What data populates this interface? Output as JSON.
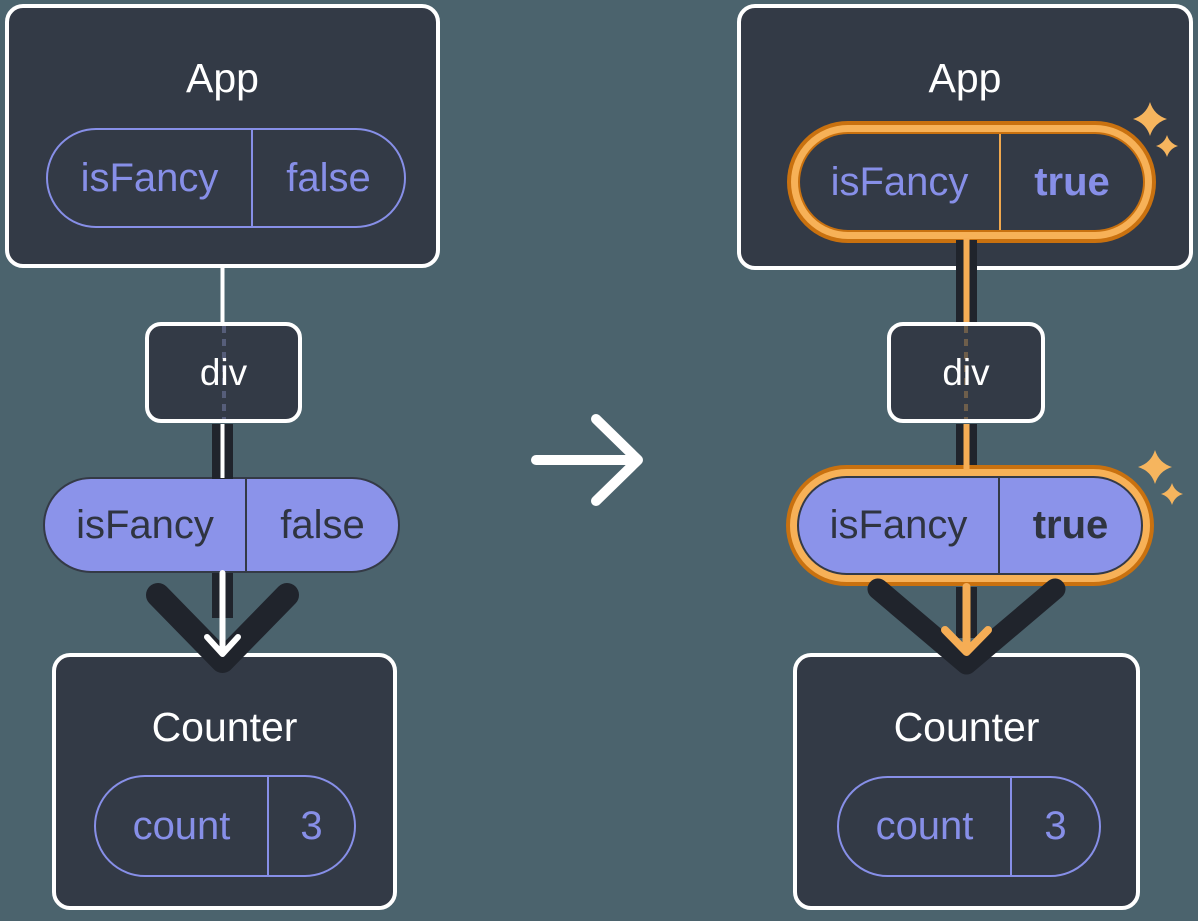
{
  "diagram": {
    "before": {
      "app": {
        "title": "App",
        "prop_name": "isFancy",
        "prop_value": "false"
      },
      "div": {
        "label": "div"
      },
      "passed_prop": {
        "name": "isFancy",
        "value": "false"
      },
      "counter": {
        "title": "Counter",
        "state_name": "count",
        "state_value": "3"
      }
    },
    "after": {
      "app": {
        "title": "App",
        "prop_name": "isFancy",
        "prop_value": "true"
      },
      "div": {
        "label": "div"
      },
      "passed_prop": {
        "name": "isFancy",
        "value": "true"
      },
      "counter": {
        "title": "Counter",
        "state_name": "count",
        "state_value": "3"
      }
    }
  },
  "icons": {
    "transition": "arrow-right-icon",
    "flow_before": "down-arrow-icon",
    "flow_after": "down-arrow-icon",
    "highlight": "sparkle-icon"
  },
  "colors": {
    "background": "#4b636d",
    "box_fill": "#333a46",
    "box_border": "#ffffff",
    "purple_accent": "#878fe8",
    "purple_pill_fill": "#8b93ea",
    "dark_pipe": "#20242c",
    "orange_dark": "#c9710f",
    "orange_light": "#f7b157",
    "orange_arrow": "#f5ad55",
    "sparkle": "#f6b55e"
  }
}
